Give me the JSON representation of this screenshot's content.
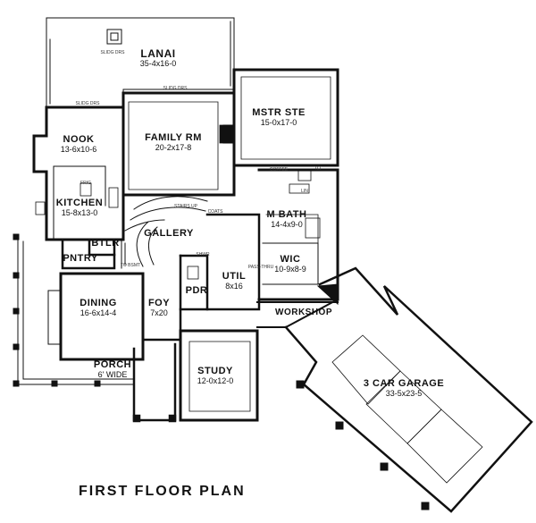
{
  "plan_title": "FIRST FLOOR PLAN",
  "rooms": {
    "lanai": {
      "name": "LANAI",
      "dims": "35-4x16-0"
    },
    "mstr_ste": {
      "name": "MSTR STE",
      "dims": "15-0x17-0"
    },
    "nook": {
      "name": "NOOK",
      "dims": "13-6x10-6"
    },
    "family_rm": {
      "name": "FAMILY RM",
      "dims": "20-2x17-8"
    },
    "kitchen": {
      "name": "KITCHEN",
      "dims": "15-8x13-0"
    },
    "m_bath": {
      "name": "M BATH",
      "dims": "14-4x9-0"
    },
    "btlr": {
      "name": "BTLR"
    },
    "gallery": {
      "name": "GALLERY"
    },
    "pntry": {
      "name": "PNTRY"
    },
    "wic": {
      "name": "WIC",
      "dims": "10-9x8-9"
    },
    "util": {
      "name": "UTIL",
      "dims": "8x16"
    },
    "dining": {
      "name": "DINING",
      "dims": "16-6x14-4"
    },
    "foy": {
      "name": "FOY",
      "dims": "7x20"
    },
    "pdr": {
      "name": "PDR"
    },
    "workshop": {
      "name": "WORKSHOP"
    },
    "porch": {
      "name": "PORCH",
      "dims": "6' WIDE"
    },
    "study": {
      "name": "STUDY",
      "dims": "12-0x12-0"
    },
    "garage": {
      "name": "3 CAR GARAGE",
      "dims": "33-5x23-5"
    }
  },
  "notes": {
    "sliding_drs_1": "SLIDG DRS",
    "sliding_drs_2": "SLIDG DRS",
    "sliding_drs_3": "SLIDG DRS",
    "coats": "COATS",
    "stairs_up": "STAIRS UP",
    "to_bsmt": "TO BSMT",
    "coffee": "COFFEE",
    "tlt": "TLT",
    "lin": "LIN",
    "frig": "FRIG",
    "passthru": "PASS-THRU",
    "shwr": "SHWR"
  }
}
